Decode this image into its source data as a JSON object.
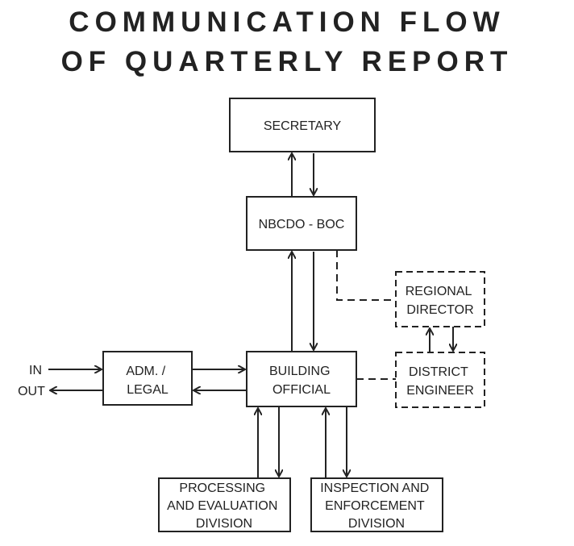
{
  "title": {
    "line1": "COMMUNICATION FLOW",
    "line2": "OF QUARTERLY REPORT"
  },
  "nodes": {
    "secretary": [
      "SECRETARY"
    ],
    "nbcdo": [
      "NBCDO - BOC"
    ],
    "regional_director": [
      "REGIONAL",
      "DIRECTOR"
    ],
    "building_official": [
      "BUILDING",
      "OFFICIAL"
    ],
    "adm_legal": [
      "ADM. /",
      "LEGAL"
    ],
    "district_engineer": [
      "DISTRICT",
      "ENGINEER"
    ],
    "processing": [
      "PROCESSING",
      "AND EVALUATION",
      "DIVISION"
    ],
    "inspection": [
      "INSPECTION AND",
      "ENFORCEMENT",
      "DIVISION"
    ]
  },
  "io": {
    "in_label": "IN",
    "out_label": "OUT"
  }
}
